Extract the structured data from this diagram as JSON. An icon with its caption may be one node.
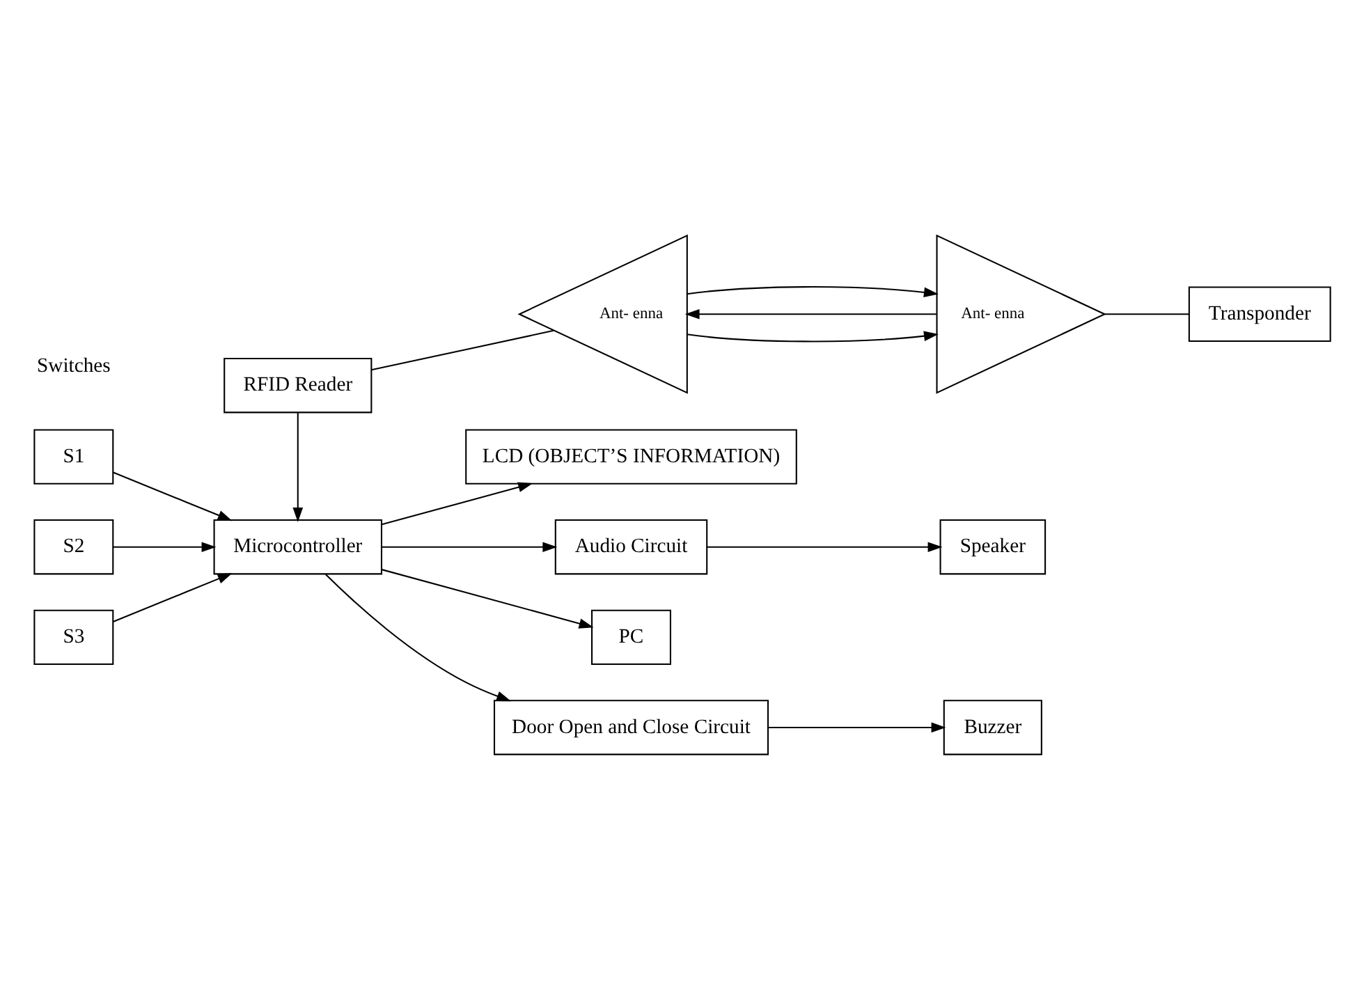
{
  "diagram": {
    "nodes": [
      {
        "text": [
          "RFID Reader"
        ]
      },
      {
        "text": [
          "Ant- enna"
        ]
      },
      {
        "text": [
          "Ant- enna"
        ]
      },
      {
        "text": [
          "Transponder"
        ]
      },
      {
        "text": [
          "Microcontroller"
        ]
      },
      {
        "text": [
          "LCD (OBJECT’S INFORMATION)"
        ]
      },
      {
        "text": [
          "S1"
        ]
      },
      {
        "text": [
          "S2"
        ]
      },
      {
        "text": [
          "S3"
        ]
      },
      {
        "text": [
          "Audio Circuit"
        ]
      },
      {
        "text": [
          "Speaker"
        ]
      },
      {
        "text": [
          "PC"
        ]
      },
      {
        "text": [
          "Door Open and Close Circuit"
        ]
      },
      {
        "text": [
          "Buzzer"
        ]
      }
    ],
    "edges": [
      {
        "from": 0,
        "to": 1,
        "arrow": "none"
      },
      {
        "from": 2,
        "to": 3,
        "arrow": "none"
      },
      {
        "from": 2,
        "to": 1,
        "arrow": "to"
      },
      {
        "from": 1,
        "to": 2,
        "arrow": "to"
      },
      {
        "from": 1,
        "to": 2,
        "arrow": "to"
      },
      {
        "from": 0,
        "to": 4,
        "arrow": "to"
      },
      {
        "from": 4,
        "to": 5,
        "arrow": "to"
      },
      {
        "from": 4,
        "to": 9,
        "arrow": "to"
      },
      {
        "from": 6,
        "to": 4,
        "arrow": "to"
      },
      {
        "from": 7,
        "to": 4,
        "arrow": "to"
      },
      {
        "from": 8,
        "to": 4,
        "arrow": "to"
      },
      {
        "from": 9,
        "to": 10,
        "arrow": "to"
      },
      {
        "from": 4,
        "to": 11,
        "arrow": "to"
      },
      {
        "from": 4,
        "to": 12,
        "arrow": "to"
      },
      {
        "from": 12,
        "to": 13,
        "arrow": "to"
      }
    ],
    "labels": [
      "Switches"
    ]
  }
}
